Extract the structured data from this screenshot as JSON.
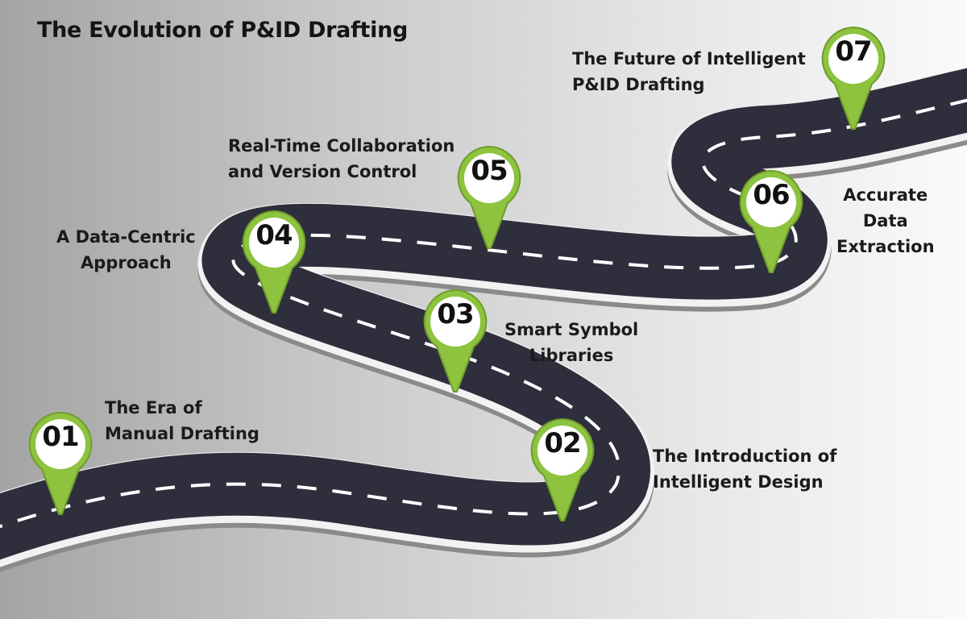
{
  "title": "The Evolution of P&ID Drafting",
  "colors": {
    "road": "#2e2e3d",
    "pin": "#8dc33f",
    "pin_dark": "#6f9c2b",
    "dash": "#ffffff"
  },
  "steps": [
    {
      "number": "01",
      "line1": "The Era of",
      "line2": "Manual Drafting"
    },
    {
      "number": "02",
      "line1": "The Introduction of",
      "line2": "Intelligent Design"
    },
    {
      "number": "03",
      "line1": "Smart Symbol",
      "line2": "Libraries"
    },
    {
      "number": "04",
      "line1": "A Data-Centric",
      "line2": "Approach"
    },
    {
      "number": "05",
      "line1": "Real-Time Collaboration",
      "line2": "and Version Control"
    },
    {
      "number": "06",
      "line1": "Accurate",
      "line2": "Data",
      "line3": "Extraction"
    },
    {
      "number": "07",
      "line1": "The Future of Intelligent",
      "line2": "P&ID Drafting"
    }
  ]
}
